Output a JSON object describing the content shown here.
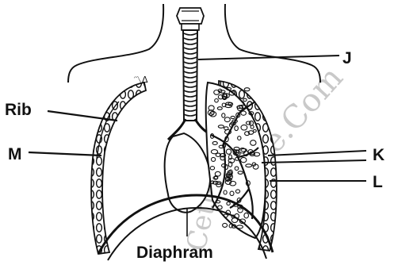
{
  "labels": {
    "rib": "Rib",
    "m": "M",
    "j": "J",
    "k": "K",
    "l": "L",
    "diaphragm": "Diaphram"
  },
  "watermark": {
    "right": "e.Com",
    "bottom": "Cetlakhe"
  },
  "colors": {
    "ink": "#111111",
    "watermark": "#c9c9c9",
    "background": "#ffffff"
  }
}
